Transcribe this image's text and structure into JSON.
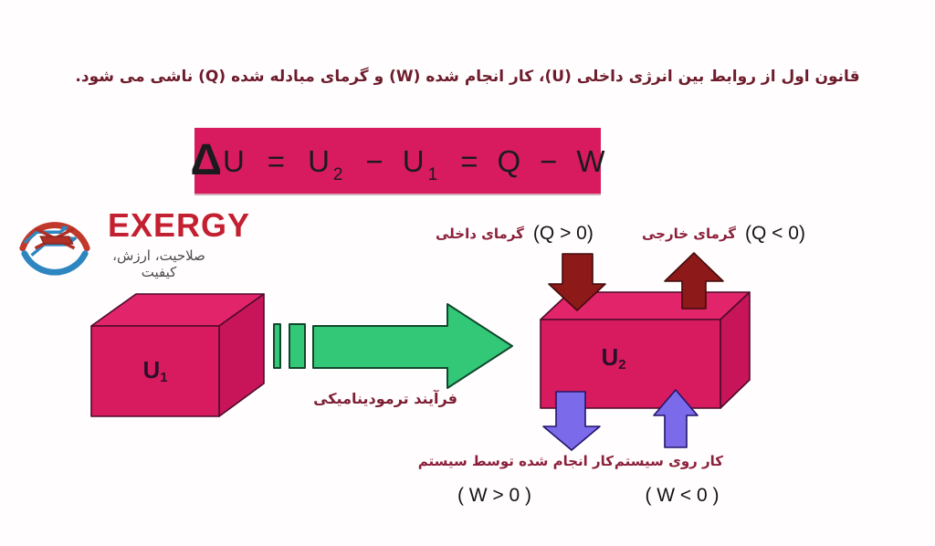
{
  "title": "قانون اول از روابط بین انرژی داخلی (U)، کار انجام شده (W) و گرمای مبادله شده (Q) ناشی می شود.",
  "formula": {
    "delta": "Δ",
    "u_total": "U",
    "eq1": "=",
    "u_after": "U",
    "sub_after": "2",
    "minus1": "−",
    "u_before": "U",
    "sub_before": "1",
    "eq2": "=",
    "q": "Q",
    "minus2": "−",
    "w": "W"
  },
  "logo": {
    "wordmark": "EXERGY",
    "tagline": "صلاحیت، ارزش، کیفیت"
  },
  "state1": {
    "symbol": "U",
    "sub": "1"
  },
  "state2": {
    "symbol": "U",
    "sub": "2"
  },
  "process": {
    "label": "فرآیند ترمودینامیکی"
  },
  "heat_in": {
    "label": "گرمای داخلی",
    "formula": "(Q > 0)"
  },
  "heat_out": {
    "label": "گرمای خارجی",
    "formula": "(Q < 0)"
  },
  "work_by": {
    "label": "کار انجام شده توسط سیستم",
    "formula": "( W > 0 )"
  },
  "work_on": {
    "label": "کار روی سیستم",
    "formula": "( W < 0 )"
  },
  "colors": {
    "system_pink": "#d81b5f",
    "system_pink_top": "#e2246a",
    "system_pink_side": "#c8155a",
    "heat_arrow_red": "#8e1919",
    "work_arrow_blue": "#7b6bea",
    "process_green": "#33c878",
    "label_maroon": "#8c203a",
    "title_maroon": "#6e1c2b",
    "logo_red": "#c32031",
    "logo_blue": "#2e86c1"
  }
}
